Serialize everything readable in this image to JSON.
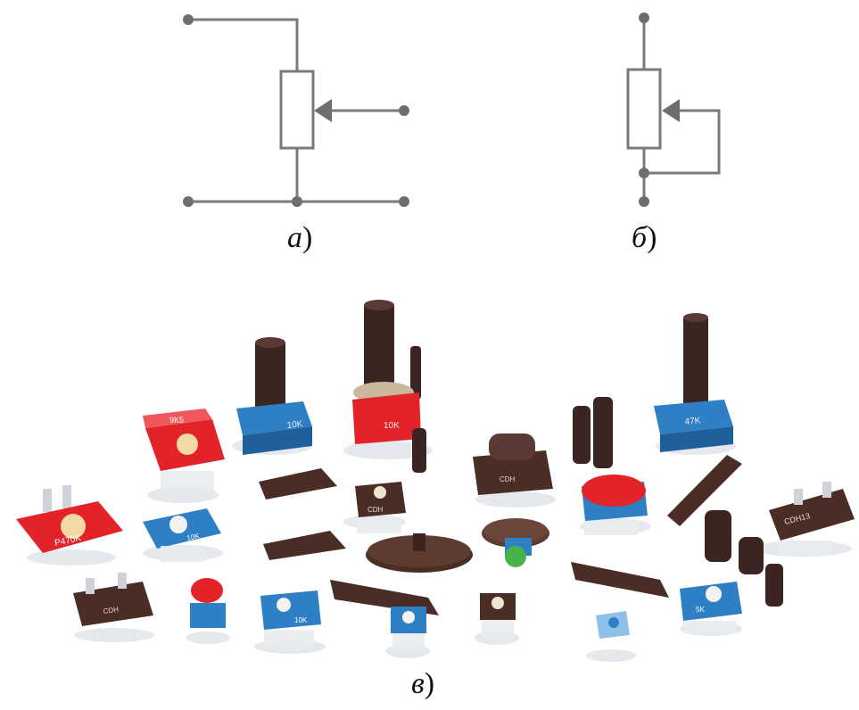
{
  "captions": {
    "a_letter": "а",
    "b_letter": "б",
    "c_letter": "в",
    "paren": ")"
  },
  "photo_labels": [
    "9K5",
    "10K",
    "10K",
    "47K",
    "CDH",
    "CDH",
    "CDH",
    "CDH13",
    "P470K",
    "10K",
    "10K",
    "5K"
  ],
  "colors": {
    "wire": "#7a7a7a",
    "terminal": "#6e6e6e",
    "red_body": "#e3232a",
    "blue_body": "#2f7fc4",
    "brown_body": "#4a2e26",
    "shaft": "#3b2521",
    "base_shadow": "#d8dce2"
  }
}
